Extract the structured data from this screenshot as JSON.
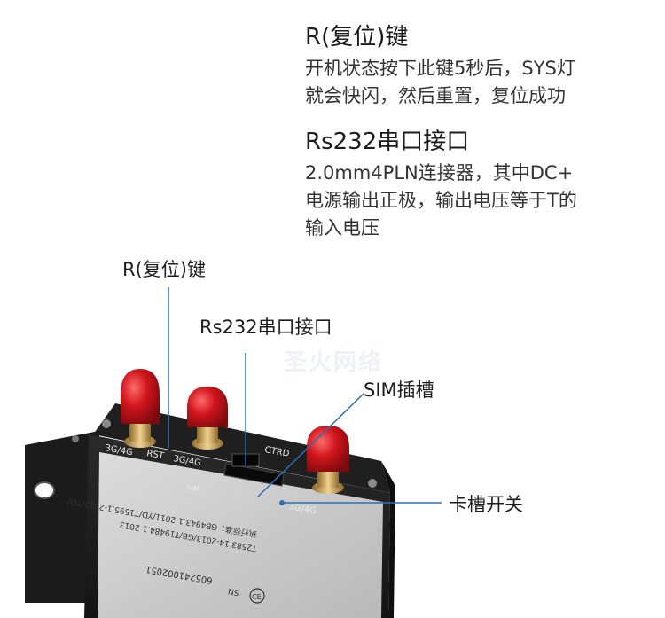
{
  "reset_section": {
    "title": "R(复位)键",
    "desc_line1": "开机状态按下此键5秒后，SYS灯",
    "desc_line2": "就会快闪，然后重置，复位成功"
  },
  "serial_section": {
    "title": "Rs232串口接口",
    "desc_line1": "2.0mm4PLN连接器，其中DC+",
    "desc_line2": "电源输出正极，输出电压等于T的",
    "desc_line3": "输入电压"
  },
  "callouts": {
    "reset": "R(复位)键",
    "serial": "Rs232串口接口",
    "sim": "SIM插槽",
    "switch": "卡槽开关"
  },
  "watermark": "圣火网络",
  "device_text": {
    "ant1": "3G/4G",
    "rst": "RST",
    "ant2": "3G/4G",
    "ant3": "3G/4G",
    "gtrd": "GTRD",
    "sim": "SIM",
    "ce": "CE",
    "label_line1": "执行标准：GB4943.1-2011/YD/T1595.1-2012/YD/",
    "label_line2": "T2583.14-2013/GB/T19484.1-2013",
    "label_line3": "605241002051",
    "label_line4": "SN"
  },
  "colors": {
    "callout_line": "#2d6fb5",
    "device_body": "#1e1e1e",
    "antenna": "#c8161d",
    "connector": "#c9a55c"
  }
}
